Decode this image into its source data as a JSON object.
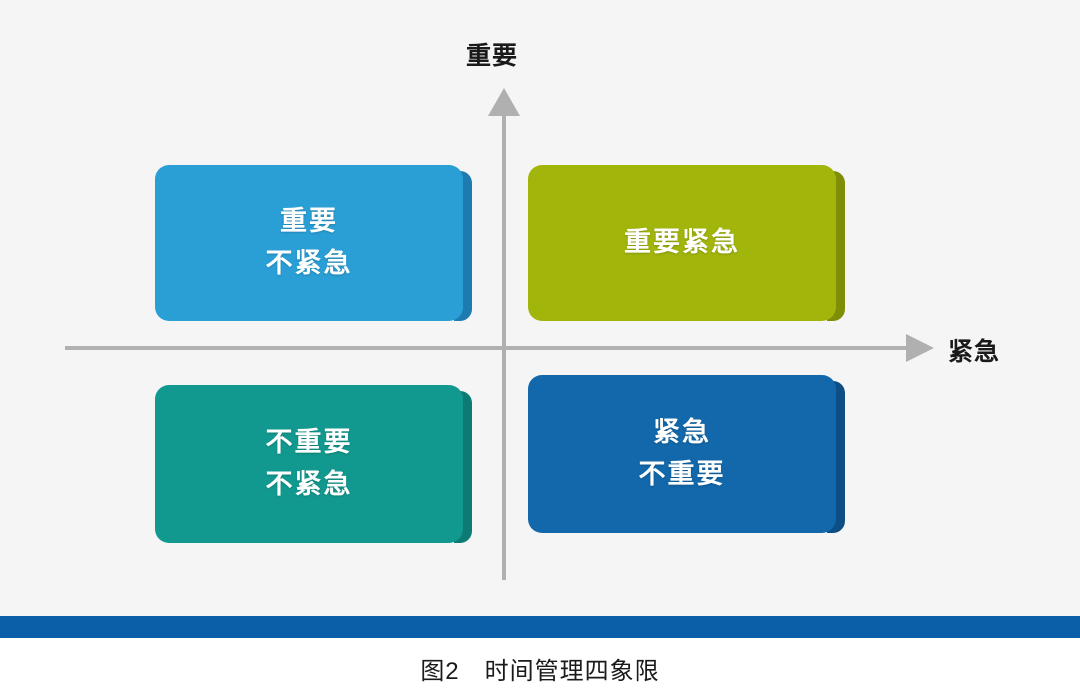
{
  "figure": {
    "caption_number": "图2",
    "caption_gap": "　　",
    "caption_title": "时间管理四象限",
    "caption_full": "图2　时间管理四象限",
    "background_color": "#f5f5f5",
    "page_background_color": "#ffffff",
    "bottom_rule_color": "#0b5ea8"
  },
  "axes": {
    "y_label": "重要",
    "x_label": "紧急",
    "axis_color": "#b0b0b0",
    "y_direction": "up",
    "x_direction": "right"
  },
  "quadrants": [
    {
      "id": "important-not-urgent",
      "position": "top-left",
      "lines": [
        "重要",
        "不紧急"
      ],
      "text": "重要\n不紧急",
      "fill_color": "#2a9fd6",
      "shade_color": "#1d7bb0",
      "text_color": "#ffffff"
    },
    {
      "id": "important-urgent",
      "position": "top-right",
      "lines": [
        "重要紧急"
      ],
      "text": "重要紧急",
      "fill_color": "#a2b50a",
      "shade_color": "#7f8e06",
      "text_color": "#ffffff"
    },
    {
      "id": "not-important-not-urgent",
      "position": "bottom-left",
      "lines": [
        "不重要",
        "不紧急"
      ],
      "text": "不重要\n不紧急",
      "fill_color": "#12998f",
      "shade_color": "#0b7b73",
      "text_color": "#ffffff"
    },
    {
      "id": "urgent-not-important",
      "position": "bottom-right",
      "lines": [
        "紧急",
        "不重要"
      ],
      "text": "紧急\n不重要",
      "fill_color": "#1268ab",
      "shade_color": "#0d4f84",
      "text_color": "#ffffff"
    }
  ]
}
